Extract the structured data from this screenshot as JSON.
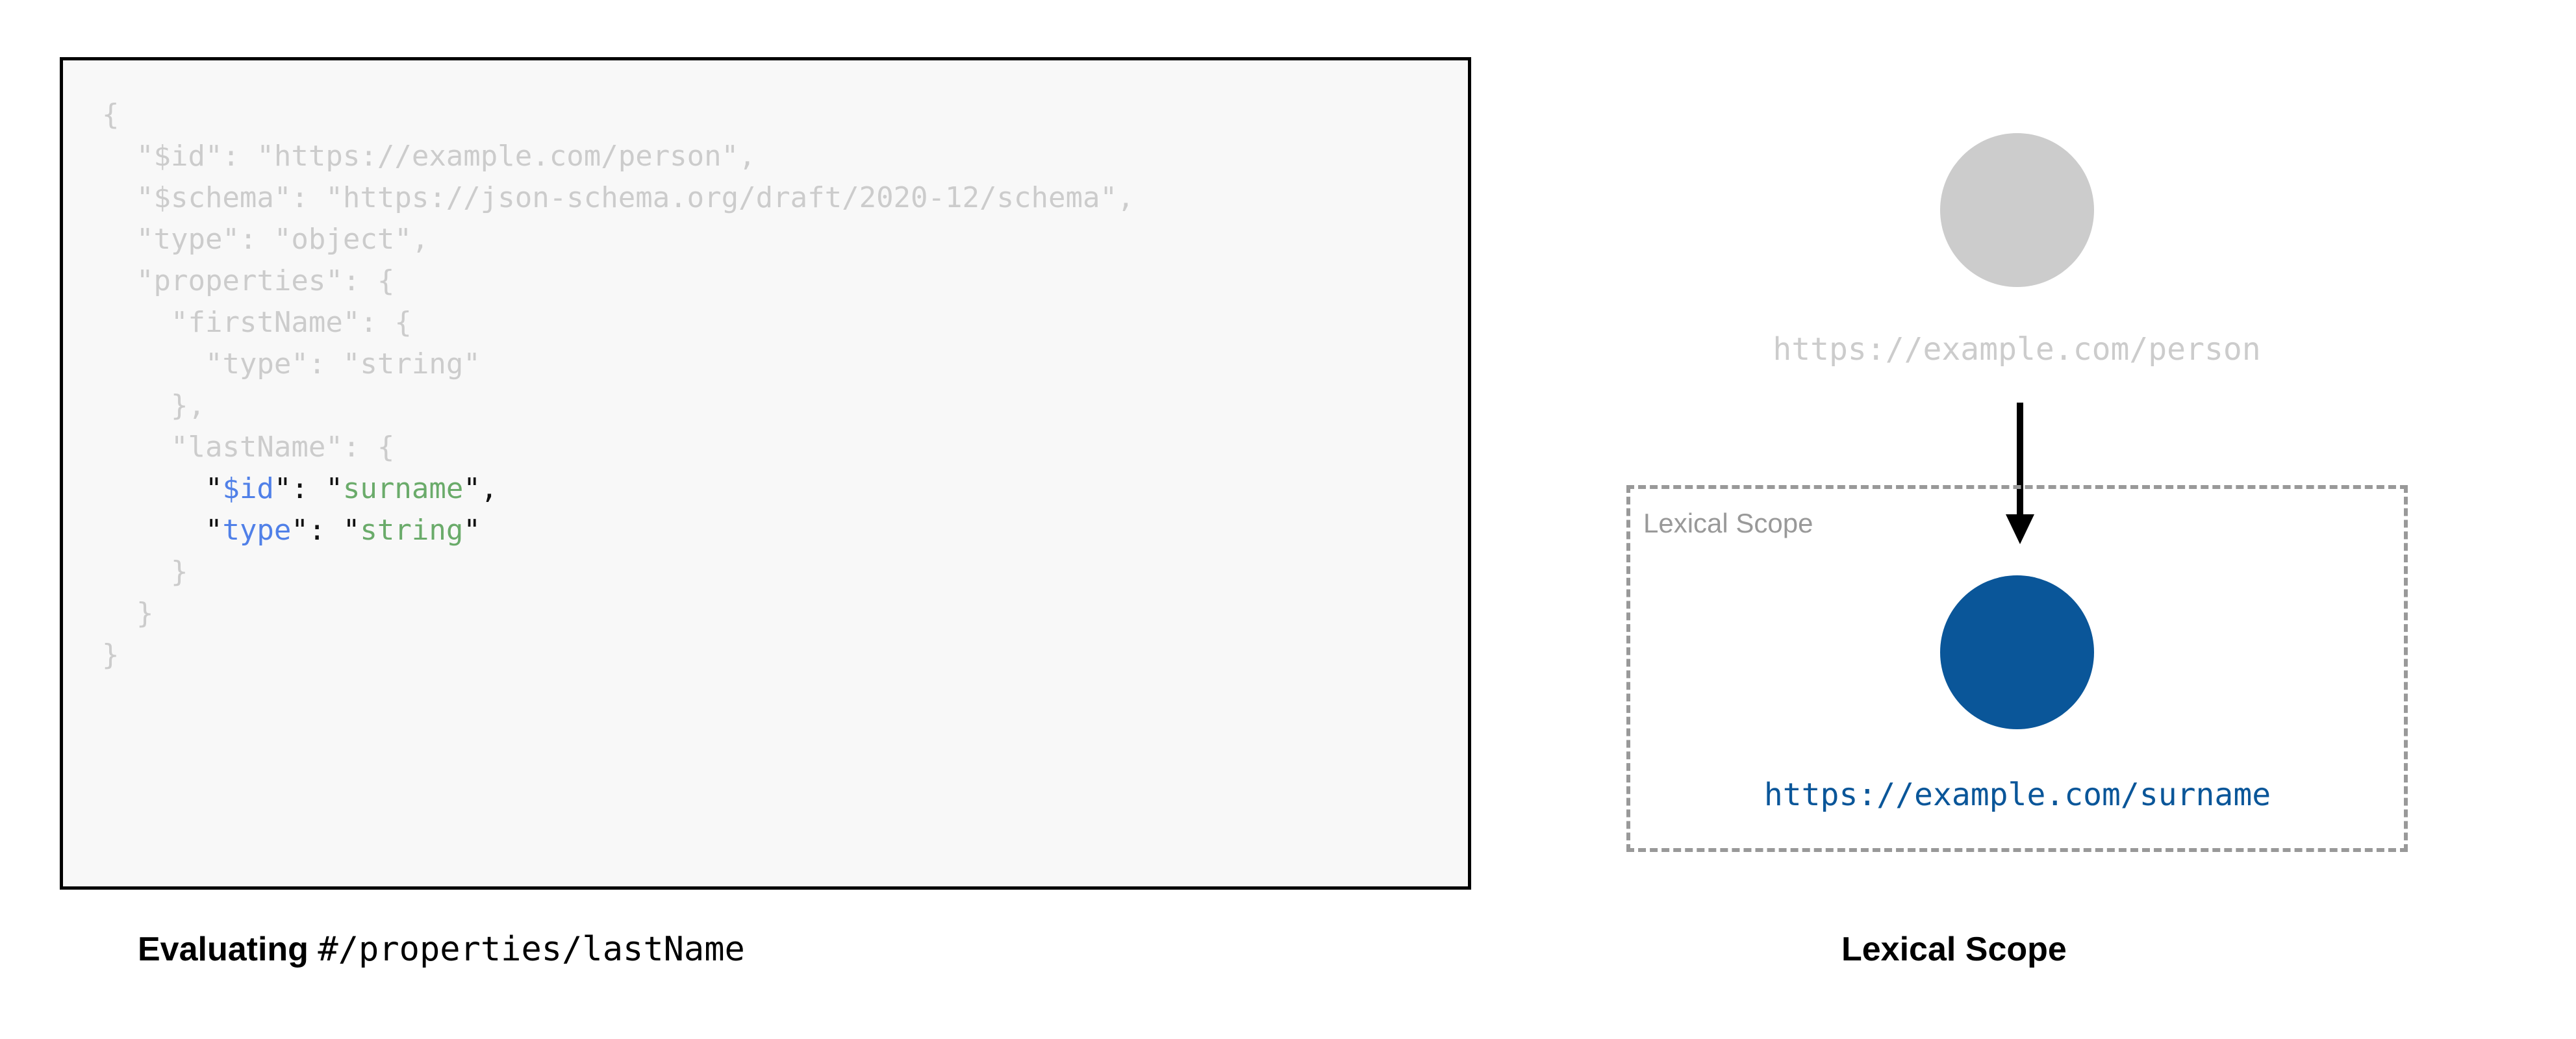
{
  "code_panel": {
    "language": "json",
    "lines": [
      {
        "indent": 0,
        "segments": [
          {
            "text": "{",
            "style": "dim"
          }
        ]
      },
      {
        "indent": 1,
        "segments": [
          {
            "text": "\"$id\": \"https://example.com/person\",",
            "style": "dim"
          }
        ]
      },
      {
        "indent": 1,
        "segments": [
          {
            "text": "\"$schema\": \"https://json-schema.org/draft/2020-12/schema\",",
            "style": "dim"
          }
        ]
      },
      {
        "indent": 1,
        "segments": [
          {
            "text": "\"type\": \"object\",",
            "style": "dim"
          }
        ]
      },
      {
        "indent": 1,
        "segments": [
          {
            "text": "\"properties\": {",
            "style": "dim"
          }
        ]
      },
      {
        "indent": 2,
        "segments": [
          {
            "text": "\"firstName\": {",
            "style": "dim"
          }
        ]
      },
      {
        "indent": 3,
        "segments": [
          {
            "text": "\"type\": \"string\"",
            "style": "dim"
          }
        ]
      },
      {
        "indent": 2,
        "segments": [
          {
            "text": "},",
            "style": "dim"
          }
        ]
      },
      {
        "indent": 2,
        "segments": [
          {
            "text": "\"lastName\": {",
            "style": "dim"
          }
        ]
      },
      {
        "indent": 3,
        "segments": [
          {
            "text": "\"",
            "style": "punct"
          },
          {
            "text": "$id",
            "style": "key"
          },
          {
            "text": "\": \"",
            "style": "punct"
          },
          {
            "text": "surname",
            "style": "str"
          },
          {
            "text": "\",",
            "style": "punct"
          }
        ]
      },
      {
        "indent": 3,
        "segments": [
          {
            "text": "\"",
            "style": "punct"
          },
          {
            "text": "type",
            "style": "key"
          },
          {
            "text": "\": \"",
            "style": "punct"
          },
          {
            "text": "string",
            "style": "str"
          },
          {
            "text": "\"",
            "style": "punct"
          }
        ]
      },
      {
        "indent": 2,
        "segments": [
          {
            "text": "}",
            "style": "dim"
          }
        ]
      },
      {
        "indent": 1,
        "segments": [
          {
            "text": "}",
            "style": "dim"
          }
        ]
      },
      {
        "indent": 0,
        "segments": [
          {
            "text": "}",
            "style": "dim"
          }
        ]
      }
    ],
    "colors": {
      "background": "#f8f8f8",
      "border": "#000000",
      "dim_text": "#cccccc",
      "key": "#5080e8",
      "string": "#6aab6a",
      "punctuation": "#111111"
    }
  },
  "captions": {
    "left_bold": "Evaluating",
    "left_mono": "#/properties/lastName",
    "right": "Lexical Scope"
  },
  "diagram": {
    "outer_node": {
      "label": "https://example.com/person",
      "circle_color": "#cccccc",
      "label_color": "#cccccc"
    },
    "inner_node": {
      "label": "https://example.com/surname",
      "circle_color": "#0a5699",
      "label_color": "#0a5699"
    },
    "scope_box": {
      "label": "Lexical Scope",
      "border_color": "#999999",
      "border_style": "dashed"
    },
    "arrow": {
      "direction": "down",
      "color": "#000000"
    }
  }
}
